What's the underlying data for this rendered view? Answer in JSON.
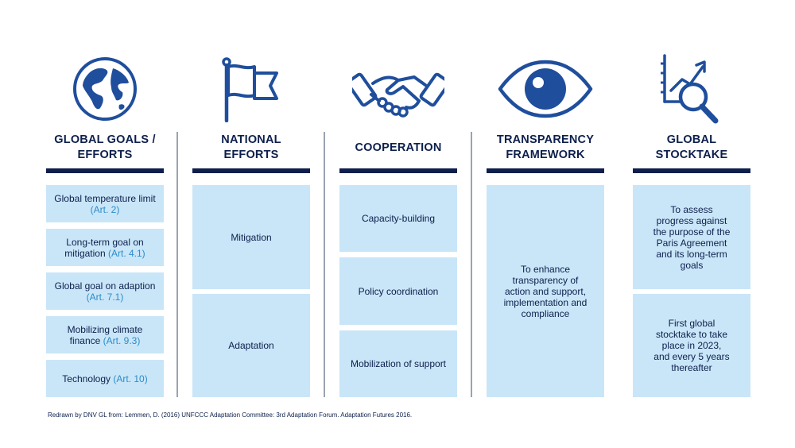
{
  "columns": [
    {
      "heading": "GLOBAL GOALS /\nEFFORTS",
      "icon": "globe-icon",
      "boxes": [
        {
          "text": "Global temperature limit",
          "ref": "(Art. 2)"
        },
        {
          "text": "Long-term goal on mitigation",
          "ref": "(Art. 4.1)"
        },
        {
          "text": "Global goal on adaption",
          "ref": "(Art. 7.1)"
        },
        {
          "text": "Mobilizing climate finance",
          "ref": "(Art. 9.3)"
        },
        {
          "text": "Technology",
          "ref": "(Art. 10)"
        }
      ]
    },
    {
      "heading": "NATIONAL\nEFFORTS",
      "icon": "flag-icon",
      "boxes": [
        {
          "text": "Mitigation"
        },
        {
          "text": "Adaptation"
        }
      ]
    },
    {
      "heading": "COOPERATION",
      "icon": "handshake-icon",
      "boxes": [
        {
          "text": "Capacity-building"
        },
        {
          "text": "Policy coordination"
        },
        {
          "text": "Mobilization of support"
        }
      ]
    },
    {
      "heading": "TRANSPARENCY\nFRAMEWORK",
      "icon": "eye-icon",
      "boxes": [
        {
          "text": "To enhance transparency of action and support, implementation and compliance"
        }
      ]
    },
    {
      "heading": "GLOBAL\nSTOCKTAKE",
      "icon": "magnifier-chart-icon",
      "boxes": [
        {
          "text": "To assess progress against the purpose of the Paris Agreement and its long-term goals"
        },
        {
          "text": "First global stocktake to take place in 2023, and every 5 years thereafter"
        }
      ]
    }
  ],
  "footer": "Redrawn by DNV GL from: Lemmen, D. (2016) UNFCCC Adaptation Committee: 3rd Adaptation Forum. Adaptation Futures 2016.",
  "colors": {
    "navy": "#0d1f4c",
    "icon_blue": "#1f4e9c",
    "box_fill": "#c9e6f8",
    "article_ref": "#2b8cc9",
    "separator": "#9aa3b0"
  }
}
